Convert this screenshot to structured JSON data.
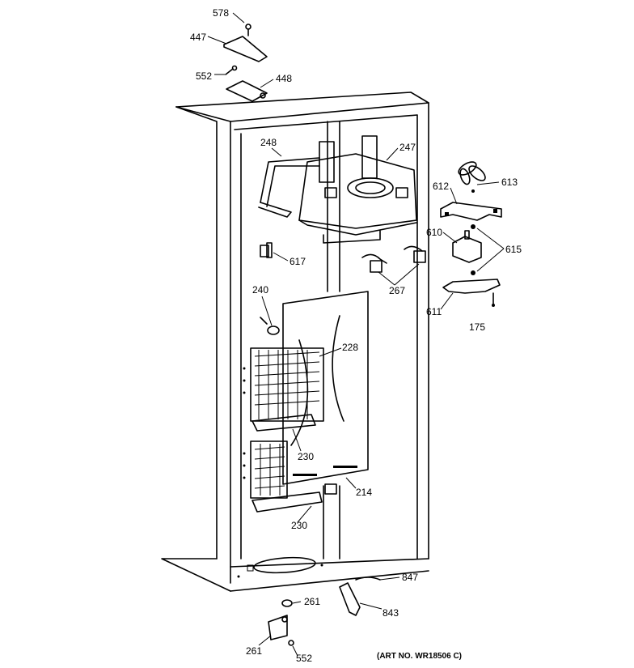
{
  "diagram": {
    "art_number": "(ART NO. WR18506 C)",
    "callouts": {
      "c578": "578",
      "c447": "447",
      "c552_top": "552",
      "c448": "448",
      "c248": "248",
      "c247": "247",
      "c613": "613",
      "c612": "612",
      "c610": "610",
      "c615": "615",
      "c617": "617",
      "c267": "267",
      "c611": "611",
      "c175": "175",
      "c240": "240",
      "c228": "228",
      "c230_a": "230",
      "c214": "214",
      "c230_b": "230",
      "c847": "847",
      "c261_a": "261",
      "c843": "843",
      "c261_b": "261",
      "c552_bottom": "552"
    }
  }
}
